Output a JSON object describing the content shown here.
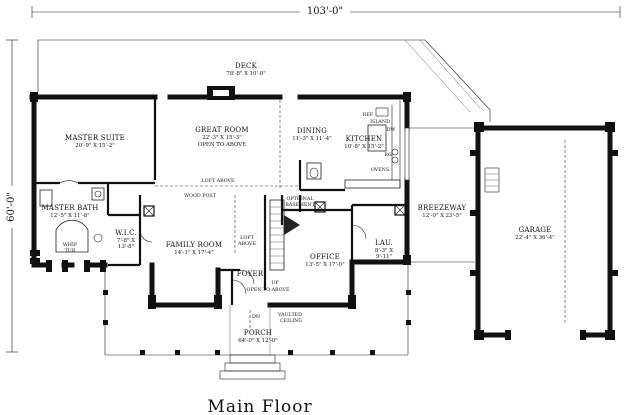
{
  "overall": {
    "width_label": "103'-0\"",
    "depth_label": "60'-0\""
  },
  "rooms": {
    "deck": {
      "name": "DECK",
      "size": "78'-8\" X 10'-0\""
    },
    "master_suite": {
      "name": "MASTER SUITE",
      "size": "20'-9\" X 15'-2\""
    },
    "great_room": {
      "name": "GREAT ROOM",
      "size": "22'-3\" X 15'-3\"",
      "note": "OPEN TO ABOVE"
    },
    "dining": {
      "name": "DINING",
      "size": "11'-3\" X 11'-4\""
    },
    "kitchen": {
      "name": "KITCHEN",
      "size": "10'-8\" X 15'-2\""
    },
    "master_bath": {
      "name": "MASTER BATH",
      "size": "12'-5\" X 11'-8\""
    },
    "wic": {
      "name": "W.I.C.",
      "size_line1": "7'-8\" X",
      "size_line2": "13'-8\""
    },
    "family_room": {
      "name": "FAMILY ROOM",
      "size": "14'-1\" X 17'-4\""
    },
    "office": {
      "name": "OFFICE",
      "size": "13'-5\" X 17'-0\""
    },
    "laundry": {
      "name": "LAU.",
      "size_line1": "8'-3\" X",
      "size_line2": "9'-11\""
    },
    "foyer": {
      "name": "FOYER",
      "note": "OPEN TO ABOVE"
    },
    "porch": {
      "name": "PORCH",
      "size": "64'-0\" X 12'-0\""
    },
    "breezeway": {
      "name": "BREEZEWAY",
      "size": "12'-0\" X 23'-5\""
    },
    "garage": {
      "name": "GARAGE",
      "size": "22'-4\" X 36'-4\""
    }
  },
  "notes": {
    "loft_above": "LOFT ABOVE",
    "wood_post": "WOOD POST",
    "optional_basement_line1": "OPTIONAL",
    "optional_basement_line2": "BASEMENT",
    "loft_above_vertical_1": "LOFT",
    "loft_above_vertical_2": "ABOVE",
    "vaulted_line1": "VAULTED",
    "vaulted_line2": "CEILING",
    "up": "UP",
    "dn": "DN",
    "ref": "REF",
    "island": "ISLAND",
    "dw": "DW",
    "rg": "RG",
    "ovens": "OVENS",
    "whip_line1": "WHIP",
    "whip_line2": "TUB"
  },
  "caption": "Main Floor"
}
